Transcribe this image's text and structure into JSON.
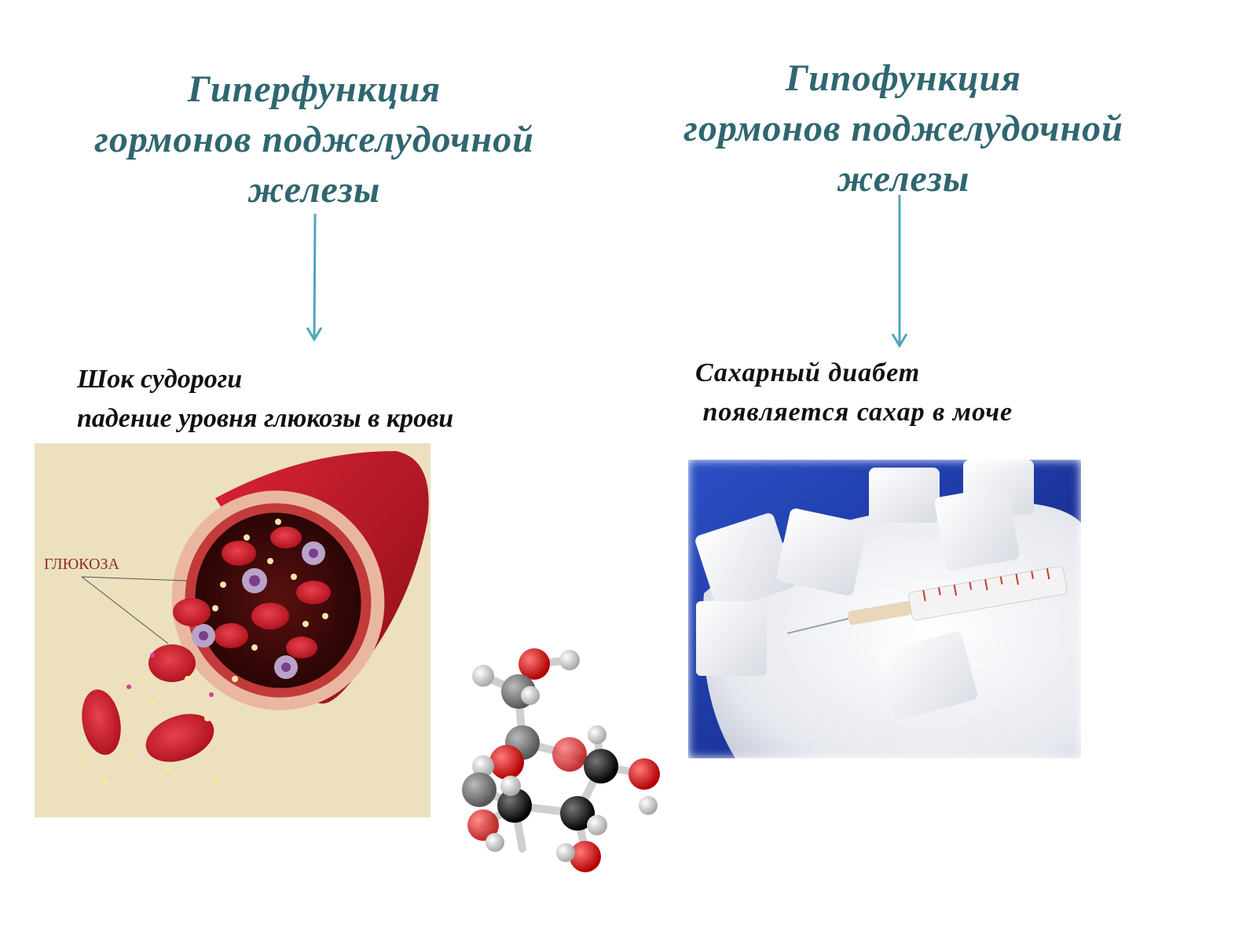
{
  "left": {
    "heading": [
      "Гиперфункция",
      "гормонов поджелудочной",
      "железы"
    ],
    "effects": [
      "Шок судороги",
      "падение уровня глюкозы в крови"
    ],
    "vessel_label": "ГЛЮКОЗА"
  },
  "right": {
    "heading": [
      "Гипофункция",
      "гормонов поджелудочной",
      "железы"
    ],
    "effects": [
      "Сахарный диабет",
      " появляется сахар в моче"
    ]
  },
  "colors": {
    "heading": "#2f6670",
    "arrow": "#4ea6bb",
    "text": "#111111",
    "blood": "#c0192a",
    "sugar_bg": "#1d3aa8"
  }
}
